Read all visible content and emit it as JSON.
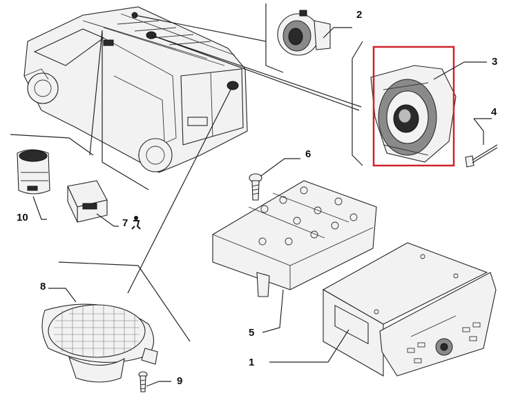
{
  "callouts": {
    "c1": "1",
    "c2": "2",
    "c3": "3",
    "c4": "4",
    "c5": "5",
    "c6": "6",
    "c7": "7",
    "c8": "8",
    "c9": "9",
    "c10": "10"
  },
  "highlight_color": "#d0202a"
}
